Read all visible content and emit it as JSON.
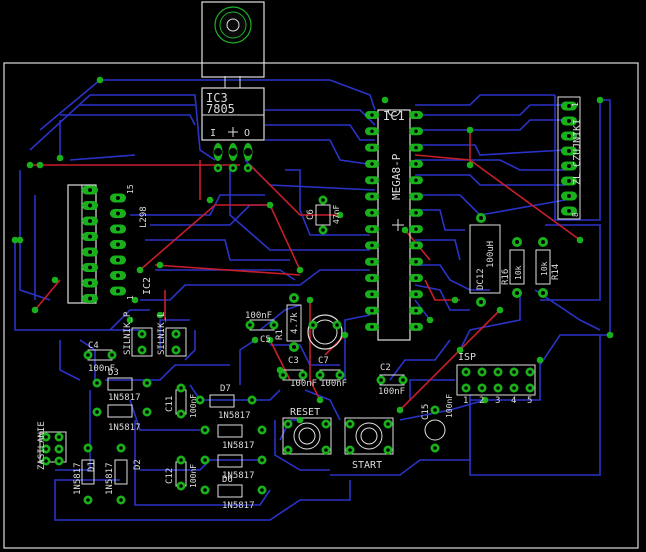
{
  "colors": {
    "background": "#000000",
    "outline": "#dcdcdc",
    "bottom_trace": "#2a33c8",
    "top_trace": "#c81e2a",
    "pad": "#19b01c",
    "silkscreen": "#e0e0e0"
  },
  "labels": {
    "ic3_name": "IC3",
    "ic3_value": "7805",
    "ic3_pins": [
      "I",
      "O"
    ],
    "ic1_name": "IC1",
    "ic1_value": "MEGA8-P",
    "ic2_name": "IC2",
    "ic2_value": "L298",
    "ic2_pin_a": "15",
    "ic2_pin_b": "1",
    "zl_czujniki": "ZL CZUJNIKI",
    "zl_pin_top": "1",
    "zl_pin_bottom": "8",
    "c6": "C6",
    "c6_value": "47nF",
    "c5": "C5",
    "c5_value": "100nF",
    "r1": "R1",
    "r1_value": "4.7k",
    "c3": "C3",
    "c3_value": "100nF",
    "c7": "C7",
    "c7_value": "100nF",
    "c2": "C2",
    "c2_value": "100nF",
    "c12_value": "100uH",
    "dc12": "DC12",
    "r16": "R16",
    "r16_value": "10k",
    "r14": "R14",
    "r14_value": "10k",
    "silnik_p": "SILNIK_P",
    "silnik_l": "SILNIK_L",
    "c4": "C4",
    "c4_value": "100nF",
    "d3": "D3",
    "d_part": "1N5817",
    "c11": "C11",
    "c11_value": "100nF",
    "d7": "D7",
    "c12": "C12",
    "c12b_value": "100nF",
    "d6": "D6",
    "d1": "D1",
    "d2": "D2",
    "zasilanie": "ZASILANIE",
    "reset": "RESET",
    "start": "START",
    "isp": "ISP",
    "isp_pins": [
      "1",
      "2",
      "3",
      "4",
      "5"
    ],
    "c15": "C15",
    "c15_value": "100nF"
  }
}
